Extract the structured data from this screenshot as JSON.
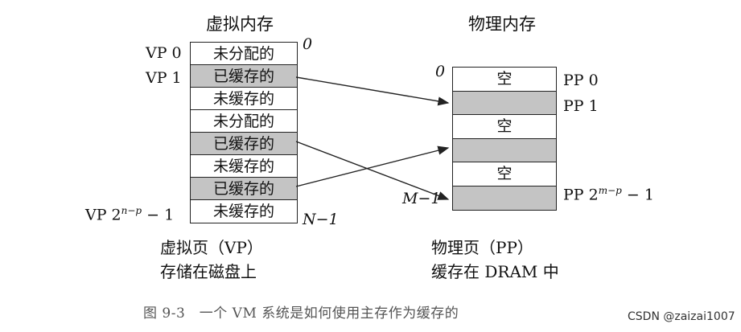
{
  "virtual": {
    "title": "虚拟内存",
    "start_index": "0",
    "end_index": "N−1",
    "vp_labels": {
      "vp0": "VP 0",
      "vp1": "VP 1",
      "vp_last_base": "VP 2",
      "vp_last_sup": "n−p",
      "vp_last_tail": "− 1"
    },
    "pages": [
      {
        "label": "未分配的",
        "cached": false
      },
      {
        "label": "已缓存的",
        "cached": true
      },
      {
        "label": "未缓存的",
        "cached": false
      },
      {
        "label": "未分配的",
        "cached": false
      },
      {
        "label": "已缓存的",
        "cached": true
      },
      {
        "label": "未缓存的",
        "cached": false
      },
      {
        "label": "已缓存的",
        "cached": true
      },
      {
        "label": "未缓存的",
        "cached": false
      }
    ],
    "footer_line1": "虚拟页（VP）",
    "footer_line2": "存储在磁盘上"
  },
  "physical": {
    "title": "物理内存",
    "start_index": "0",
    "end_index": "M−1",
    "pp_labels": {
      "pp0": "PP 0",
      "pp1": "PP 1",
      "pp_last_base": "PP 2",
      "pp_last_sup": "m−p",
      "pp_last_tail": "− 1"
    },
    "pages": [
      {
        "label": "空",
        "cached": false
      },
      {
        "label": "",
        "cached": true
      },
      {
        "label": "空",
        "cached": false
      },
      {
        "label": "",
        "cached": true
      },
      {
        "label": "空",
        "cached": false
      },
      {
        "label": "",
        "cached": true
      }
    ],
    "footer_line1": "物理页（PP）",
    "footer_line2": "缓存在 DRAM 中"
  },
  "caption": "图 9-3　一个 VM 系统是如何使用主存作为缓存的",
  "watermark": "CSDN @zaizai1007",
  "colors": {
    "cached_fill": "#c4c4c4",
    "line": "#222222"
  }
}
